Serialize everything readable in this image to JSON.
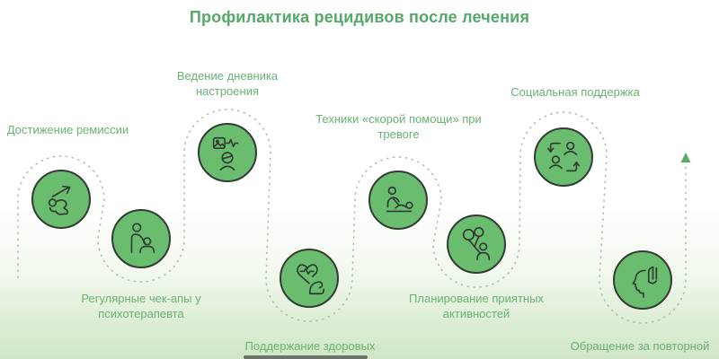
{
  "title": "Профилактика рецидивов после лечения",
  "steps": [
    {
      "id": "remission",
      "label": "Достижение ремиссии",
      "icon": "person-progress-icon"
    },
    {
      "id": "checkups",
      "label": "Регулярные чек-апы у психотерапевта",
      "icon": "therapist-session-icon"
    },
    {
      "id": "mood-diary",
      "label": "Ведение дневника настроения",
      "icon": "mood-diary-icon"
    },
    {
      "id": "healthy-habits",
      "label": "Поддержание здоровых привычек",
      "icon": "heart-strength-icon"
    },
    {
      "id": "rescue-techniques",
      "label": "Техники «скорой помощи» при тревоге",
      "icon": "first-aid-icon"
    },
    {
      "id": "pleasant-activities",
      "label": "Планирование приятных активностей",
      "icon": "balloons-person-icon"
    },
    {
      "id": "social-support",
      "label": "Социальная поддержка",
      "icon": "people-exchange-icon"
    },
    {
      "id": "repeat-help",
      "label": "Обращение за повторной помощью",
      "icon": "supportive-hand-icon"
    }
  ],
  "colors": {
    "title": "#54a968",
    "label": "#68b273",
    "circle_fill": "#6abc6f",
    "circle_stroke": "#333c34",
    "icon_stroke": "#2f3a31",
    "path_dash": "#a6c2a9",
    "arrow": "#57ab68",
    "bg_bottom": "#cfe6c5"
  }
}
